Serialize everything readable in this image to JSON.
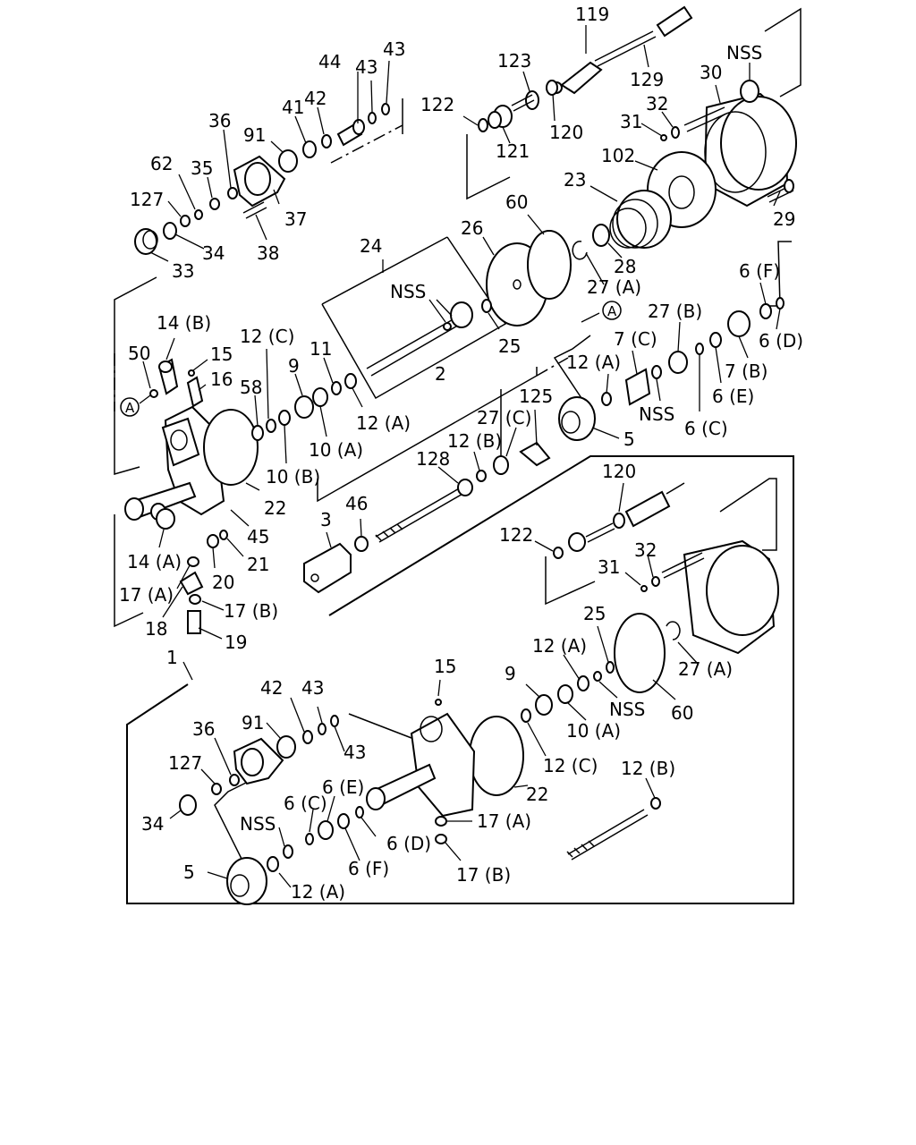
{
  "labels": {
    "p119": "119",
    "p129": "129",
    "p123": "123",
    "p122a": "122",
    "p120a": "120",
    "p121": "121",
    "nss1": "NSS",
    "p30": "30",
    "p32a": "32",
    "p31a": "31",
    "p102": "102",
    "p23": "23",
    "p29": "29",
    "p60a": "60",
    "p26": "26",
    "p28": "28",
    "p27a1": "27 (A)",
    "p25a": "25",
    "p44": "44",
    "p43a": "43",
    "p43b": "43",
    "p42a": "42",
    "p41": "41",
    "p91a": "91",
    "p36a": "36",
    "p62": "62",
    "p35": "35",
    "p127a": "127",
    "p34a": "34",
    "p33": "33",
    "p37": "37",
    "p38": "38",
    "p24": "24",
    "nss2": "NSS",
    "p14b": "14 (B)",
    "p50": "50",
    "p15a": "15",
    "p16": "16",
    "p12c1": "12 (C)",
    "p58": "58",
    "p9a": "9",
    "p11": "11",
    "p10b": "10 (B)",
    "p10a1": "10 (A)",
    "p12a1": "12 (A)",
    "p22a": "22",
    "p45": "45",
    "p14a": "14 (A)",
    "p17a1": "17 (A)",
    "p20": "20",
    "p21": "21",
    "p18": "18",
    "p17b1": "17 (B)",
    "p19": "19",
    "p2": "2",
    "p125": "125",
    "p27c": "27 (C)",
    "p12b1": "12 (B)",
    "p128": "128",
    "p3": "3",
    "p46": "46",
    "circleA": "A",
    "p27b": "27 (B)",
    "p6f1": "6 (F)",
    "p6d1": "6 (D)",
    "p7c": "7 (C)",
    "p12a2": "12 (A)",
    "nss3": "NSS",
    "p6c1": "6 (C)",
    "p6e1": "6 (E)",
    "p7b": "7 (B)",
    "p5a": "5",
    "p1": "1",
    "p120b": "120",
    "p122b": "122",
    "p32b": "32",
    "p31b": "31",
    "p25b": "25",
    "p12a3": "12 (A)",
    "nss4": "NSS",
    "p60b": "60",
    "p27a2": "27 (A)",
    "p9b": "9",
    "p10a2": "10 (A)",
    "p12c2": "12 (C)",
    "p22b": "22",
    "p15b": "15",
    "p42b": "42",
    "p43c": "43",
    "p43d": "43",
    "p91b": "91",
    "p36b": "36",
    "p127b": "127",
    "p34b": "34",
    "nss5": "NSS",
    "p6c2": "6 (C)",
    "p6e2": "6 (E)",
    "p6d2": "6 (D)",
    "p6f2": "6 (F)",
    "p17a2": "17 (A)",
    "p17b2": "17 (B)",
    "p12b2": "12 (B)",
    "p5b": "5",
    "p12a4": "12 (A)"
  }
}
